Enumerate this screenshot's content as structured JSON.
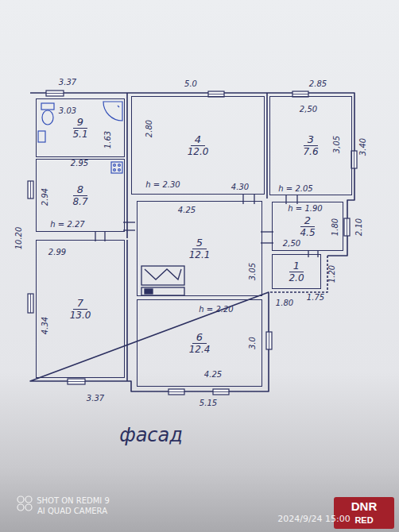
{
  "diagram": {
    "nodes": [
      {
        "text": [
          "9",
          "5.1"
        ]
      },
      {
        "text": [
          "4",
          "12.0"
        ]
      },
      {
        "text": [
          "3",
          "7.6"
        ]
      },
      {
        "text": [
          "8",
          "8.7"
        ]
      },
      {
        "text": [
          "5",
          "12.1"
        ]
      },
      {
        "text": [
          "2",
          "4.5"
        ]
      },
      {
        "text": [
          "1",
          "2.0"
        ]
      },
      {
        "text": [
          "7",
          "13.0"
        ]
      },
      {
        "text": [
          "6",
          "12.4"
        ]
      }
    ],
    "labels": [
      "3.37",
      "5.0",
      "2.85",
      "3.03",
      "1.63",
      "2.95",
      "2.80",
      "h = 2.30",
      "4.30",
      "2,50",
      "3,05",
      "3.40",
      "10.20",
      "2.94",
      "h = 2.27",
      "2.99",
      "4.34",
      "3.37",
      "5.15",
      "h = 2.05",
      "4.25",
      "h = 1.90",
      "1.80",
      "2.10",
      "2,50",
      "3.05",
      "1.20",
      "1.75",
      "1.80",
      "h = 2.20",
      "3.0",
      "4.25",
      "фасад",
      "SHOT ON REDMI 9",
      "AI QUAD CAMERA",
      "2024/9/24 15:00",
      "DNR",
      "RED"
    ]
  }
}
